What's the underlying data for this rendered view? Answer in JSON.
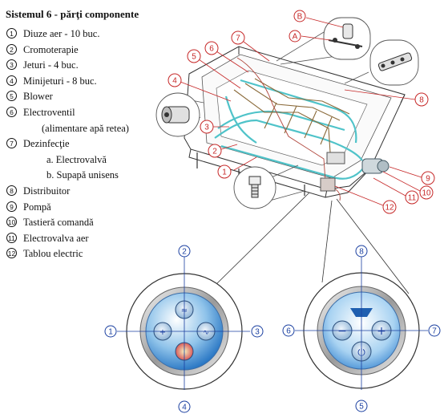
{
  "title": "Sistemul 6  - părţi componente",
  "legend": [
    {
      "n": "1",
      "text": "Diuze aer - 10 buc."
    },
    {
      "n": "2",
      "text": "Cromoterapie"
    },
    {
      "n": "3",
      "text": "Jeturi - 4 buc."
    },
    {
      "n": "4",
      "text": "Minijeturi - 8 buc."
    },
    {
      "n": "5",
      "text": "Blower"
    },
    {
      "n": "6",
      "text": "Electroventil"
    },
    {
      "n": "",
      "text": "(alimentare apă retea)"
    },
    {
      "n": "7",
      "text": "Dezinfecţie"
    },
    {
      "n": "",
      "text": "a. Electrovalvă"
    },
    {
      "n": "",
      "text": "b. Supapă unisens"
    },
    {
      "n": "8",
      "text": "Distribuitor"
    },
    {
      "n": "9",
      "text": "Pompă"
    },
    {
      "n": "10",
      "text": "Tastieră comandă"
    },
    {
      "n": "11",
      "text": "Electrovalva aer"
    },
    {
      "n": "12",
      "text": "Tablou electric"
    }
  ],
  "callouts": {
    "c1": "1",
    "c2": "2",
    "c3": "3",
    "c4": "4",
    "c5": "5",
    "c6": "6",
    "c7": "7",
    "c8": "8",
    "c9": "9",
    "c10": "10",
    "c11": "11",
    "c12": "12",
    "cA": "A",
    "cB": "B"
  },
  "panel_left": {
    "top": "2",
    "left": "1",
    "right": "3",
    "bottom": "4"
  },
  "panel_right": {
    "top": "8",
    "left": "6",
    "right": "7",
    "bottom": "5"
  },
  "colors": {
    "callout": "#c62828",
    "pipe": "#4fc3c9",
    "panel_blue": "#1a3fa0"
  }
}
